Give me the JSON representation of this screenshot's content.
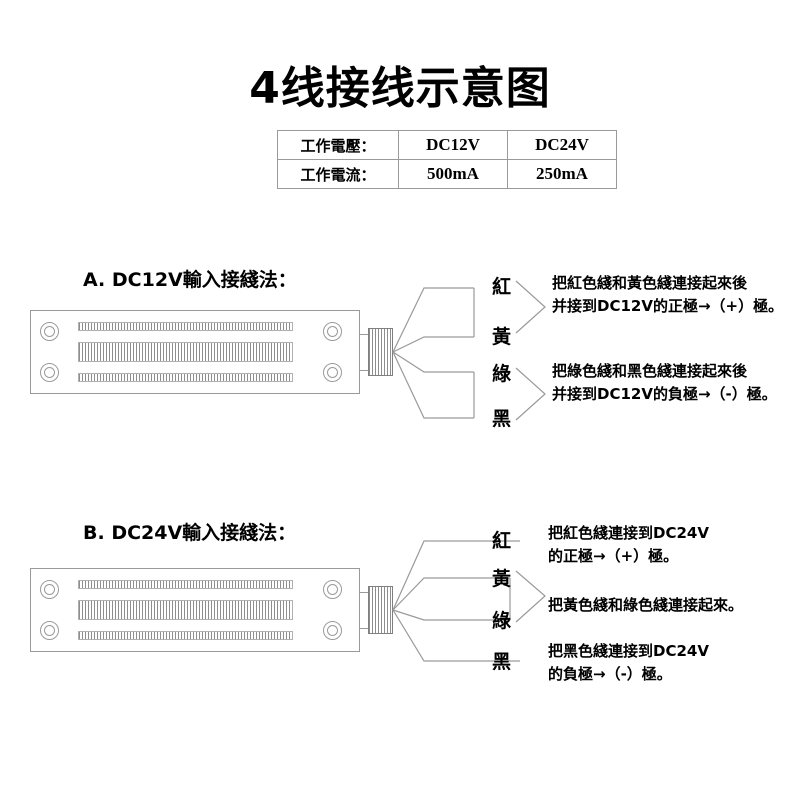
{
  "page": {
    "title": "4线接线示意图"
  },
  "spec_table": {
    "rows": [
      {
        "label": "工作電壓：",
        "dc12v": "DC12V",
        "dc24v": "DC24V"
      },
      {
        "label": "工作電流：",
        "dc12v": "500mA",
        "dc24v": "250mA"
      }
    ]
  },
  "sections": [
    {
      "heading": "A. DC12V輸入接綫法：",
      "wire_labels": [
        "紅",
        "黃",
        "綠",
        "黑"
      ],
      "notes": [
        {
          "line1": "把紅色綫和黃色綫連接起來後",
          "line2": "并接到DC12V的正極→（+）極。"
        },
        {
          "line1": "把綠色綫和黑色綫連接起來後",
          "line2": "并接到DC12V的負極→（-）極。"
        }
      ]
    },
    {
      "heading": "B. DC24V輸入接綫法：",
      "wire_labels": [
        "紅",
        "黃",
        "綠",
        "黑"
      ],
      "notes": [
        {
          "line1": "把紅色綫連接到DC24V",
          "line2": "的正極→（+）極。"
        },
        {
          "line1": "把黃色綫和綠色綫連接起來。",
          "line2": ""
        },
        {
          "line1": "把黑色綫連接到DC24V",
          "line2": "的負極→（-）極。"
        }
      ]
    }
  ],
  "colors": {
    "line": "#9a9a9a",
    "text": "#000000",
    "background": "#ffffff"
  }
}
